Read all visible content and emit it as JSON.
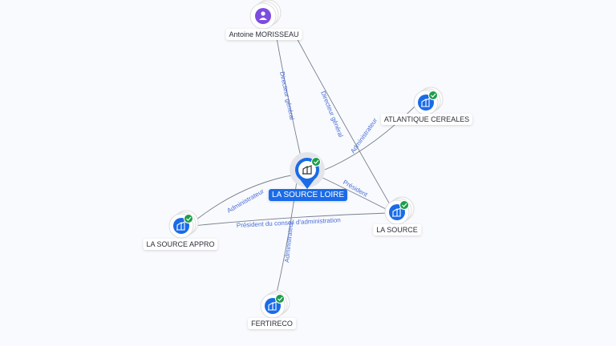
{
  "colors": {
    "company": "#1a6be8",
    "person": "#7c4ddf",
    "verified": "#1e9e4a",
    "edge_label": "#4a6ed8"
  },
  "nodes": {
    "person": {
      "label": "Antoine MORISSEAU",
      "icon": "person-icon"
    },
    "atlantique": {
      "label": "ATLANTIQUE CEREALES",
      "icon": "building-icon"
    },
    "loire": {
      "label": "LA SOURCE LOIRE",
      "icon": "building-icon"
    },
    "source": {
      "label": "LA SOURCE",
      "icon": "building-icon"
    },
    "appro": {
      "label": "LA SOURCE APPRO",
      "icon": "building-icon"
    },
    "fertireco": {
      "label": "FERTIRECO",
      "icon": "building-icon"
    }
  },
  "edges": {
    "dg_loire": "Directeur général",
    "dg_source": "Directeur général",
    "adm_atlantique": "Administrateur",
    "pres_loire": "Président",
    "adm_appro": "Administrateur",
    "pca_appro": "Président du conseil d'administration",
    "adm_fertireco": "Administrateur"
  }
}
